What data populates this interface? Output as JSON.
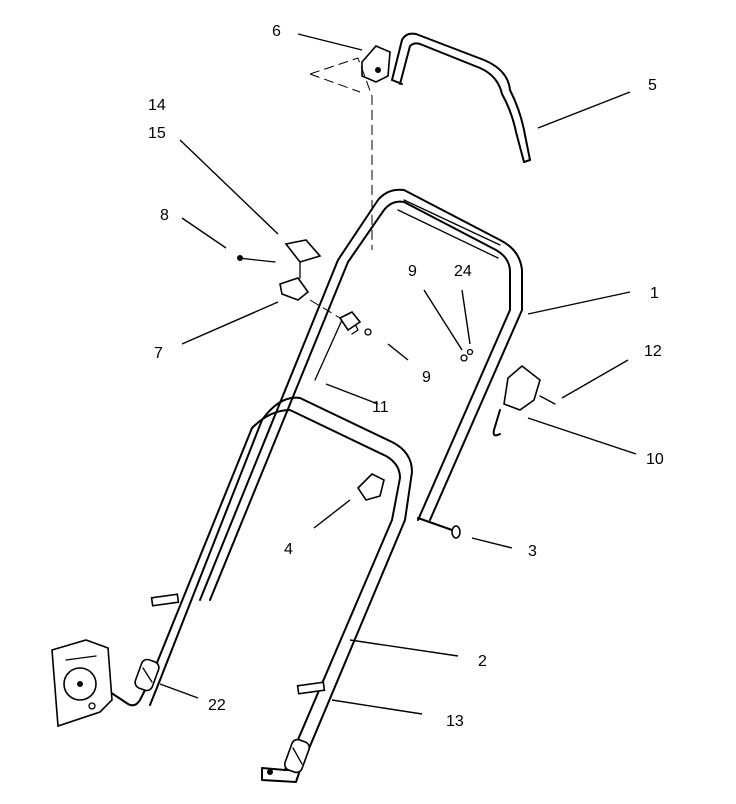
{
  "callouts": [
    {
      "id": "c1",
      "label": "1"
    },
    {
      "id": "c2",
      "label": "2"
    },
    {
      "id": "c3",
      "label": "3"
    },
    {
      "id": "c4",
      "label": "4"
    },
    {
      "id": "c5",
      "label": "5"
    },
    {
      "id": "c6",
      "label": "6"
    },
    {
      "id": "c7",
      "label": "7"
    },
    {
      "id": "c8",
      "label": "8"
    },
    {
      "id": "c9a",
      "label": "9"
    },
    {
      "id": "c9b",
      "label": "9"
    },
    {
      "id": "c10",
      "label": "10"
    },
    {
      "id": "c11",
      "label": "11"
    },
    {
      "id": "c12",
      "label": "12"
    },
    {
      "id": "c13",
      "label": "13"
    },
    {
      "id": "c14",
      "label": "14"
    },
    {
      "id": "c15",
      "label": "15"
    },
    {
      "id": "c22",
      "label": "22"
    },
    {
      "id": "c24",
      "label": "24"
    }
  ]
}
